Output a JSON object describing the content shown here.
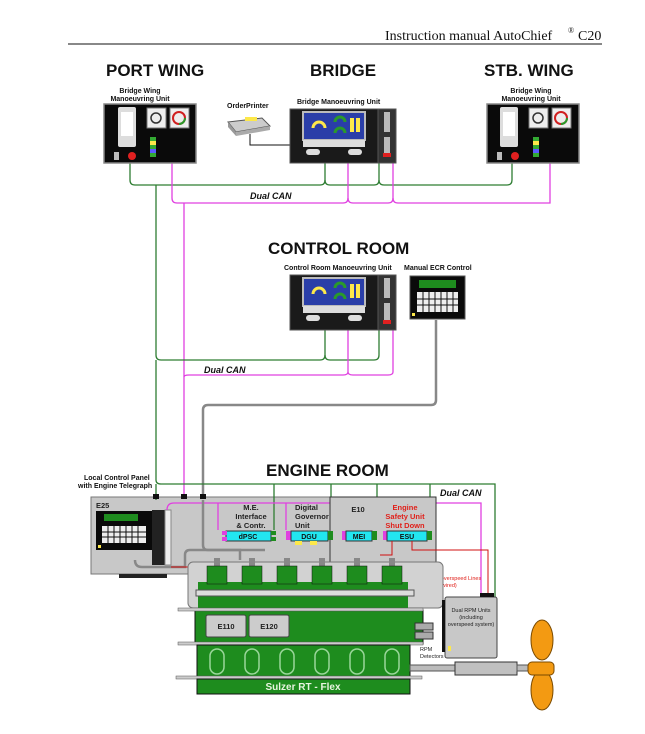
{
  "header": {
    "title": "Instruction manual AutoChief",
    "registered": "®",
    "model": "C20"
  },
  "sections": {
    "port_wing": {
      "title": "PORT WING",
      "unit_line1": "Bridge Wing",
      "unit_line2": "Manoeuvring Unit"
    },
    "bridge": {
      "title": "BRIDGE",
      "unit": "Bridge Manoeuvring Unit",
      "printer": "OrderPrinter"
    },
    "stb_wing": {
      "title": "STB. WING",
      "unit_line1": "Bridge Wing",
      "unit_line2": "Manoeuvring Unit"
    },
    "control_room": {
      "title": "CONTROL ROOM",
      "unit": "Control Room Manoeuvring Unit",
      "manual_ecr": "Manual ECR Control"
    },
    "engine_room": {
      "title": "ENGINE ROOM",
      "local_panel_line1": "Local Control Panel",
      "local_panel_line2": "with Engine Telegraph",
      "e25": "E25",
      "me_interface": [
        "M.E.",
        "Interface",
        "& Contr."
      ],
      "dpsc": "dPSC",
      "digital_governor": [
        "Digital",
        "Governor",
        "Unit"
      ],
      "dgu": "DGU",
      "e10": "E10",
      "mei": "MEI",
      "engine_safety": [
        "Engine",
        "Safety Unit",
        "Shut Down"
      ],
      "esu": "ESU",
      "overspeed_line1": "Dual overspeed  Lines",
      "overspeed_line2": "(Hardwired)",
      "rpm_units": [
        "Dual RPM Units",
        "(including",
        "overspeed system)"
      ],
      "rpm_detectors": [
        "RPM",
        "Detectors"
      ],
      "e110": "E110",
      "e120": "E120",
      "engine_name": "Sulzer RT - Flex"
    }
  },
  "bus_labels": {
    "bridge_can": "Dual CAN",
    "control_can": "Dual CAN",
    "engine_can": "Dual CAN"
  },
  "colors": {
    "can_green": "#2e7d32",
    "can_magenta": "#e040e0",
    "hardwire_red": "#d01010",
    "engine_green": "#1e8c1e",
    "module_cyan": "#22e6f0",
    "propeller_orange": "#f39a12"
  }
}
